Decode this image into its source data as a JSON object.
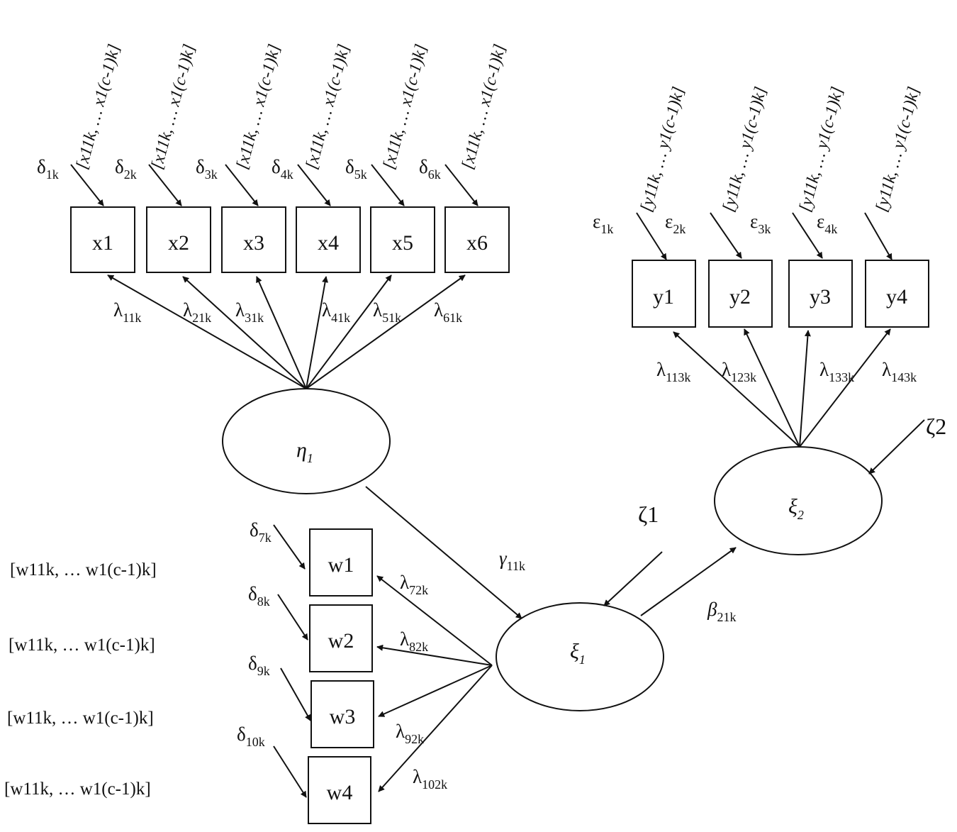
{
  "x_indicators": {
    "x1": {
      "label": "x1",
      "error": "δ",
      "error_sub": "1k",
      "loading": "λ",
      "loading_sub": "11k",
      "categories": "[x11k, … x1(c-1)k]"
    },
    "x2": {
      "label": "x2",
      "error": "δ",
      "error_sub": "2k",
      "loading": "λ",
      "loading_sub": "21k",
      "categories": "[x11k, … x1(c-1)k]"
    },
    "x3": {
      "label": "x3",
      "error": "δ",
      "error_sub": "3k",
      "loading": "λ",
      "loading_sub": "31k",
      "categories": "[x11k, … x1(c-1)k]"
    },
    "x4": {
      "label": "x4",
      "error": "δ",
      "error_sub": "4k",
      "loading": "λ",
      "loading_sub": "41k",
      "categories": "[x11k, … x1(c-1)k]"
    },
    "x5": {
      "label": "x5",
      "error": "δ",
      "error_sub": "5k",
      "loading": "λ",
      "loading_sub": "51k",
      "categories": "[x11k, … x1(c-1)k]"
    },
    "x6": {
      "label": "x6",
      "error": "δ",
      "error_sub": "6k",
      "loading": "λ",
      "loading_sub": "61k",
      "categories": "[x11k, … x1(c-1)k]"
    }
  },
  "y_indicators": {
    "y1": {
      "label": "y1",
      "error": "ε",
      "error_sub": "1k",
      "loading": "λ",
      "loading_sub": "113k",
      "categories": "[y11k, … y1(c-1)k]"
    },
    "y2": {
      "label": "y2",
      "error": "ε",
      "error_sub": "2k",
      "loading": "λ",
      "loading_sub": "123k",
      "categories": "[y11k, … y1(c-1)k]"
    },
    "y3": {
      "label": "y3",
      "error": "ε",
      "error_sub": "3k",
      "loading": "λ",
      "loading_sub": "133k",
      "categories": "[y11k, … y1(c-1)k]"
    },
    "y4": {
      "label": "y4",
      "error": "ε",
      "error_sub": "4k",
      "loading": "λ",
      "loading_sub": "143k",
      "categories": "[y11k, … y1(c-1)k]"
    }
  },
  "w_indicators": {
    "w1": {
      "label": "w1",
      "error": "δ",
      "error_sub": "7k",
      "loading": "λ",
      "loading_sub": "72k",
      "categories": "[w11k, … w1(c-1)k]"
    },
    "w2": {
      "label": "w2",
      "error": "δ",
      "error_sub": "8k",
      "loading": "λ",
      "loading_sub": "82k",
      "categories": "[w11k, … w1(c-1)k]"
    },
    "w3": {
      "label": "w3",
      "error": "δ",
      "error_sub": "9k",
      "loading": "λ",
      "loading_sub": "92k",
      "categories": "[w11k, … w1(c-1)k]"
    },
    "w4": {
      "label": "w4",
      "error": "δ",
      "error_sub": "10k",
      "loading": "λ",
      "loading_sub": "102k",
      "categories": "[w11k, … w1(c-1)k]"
    }
  },
  "latents": {
    "eta1": {
      "symbol": "η",
      "sub": "1"
    },
    "xi1": {
      "symbol": "ξ",
      "sub": "1"
    },
    "xi2": {
      "symbol": "ξ",
      "sub": "2"
    }
  },
  "paths": {
    "gamma": {
      "symbol": "γ",
      "sub": "11k"
    },
    "beta": {
      "symbol": "β",
      "sub": "21k"
    }
  },
  "disturbances": {
    "zeta1": "ζ1",
    "zeta2": "ζ2"
  }
}
